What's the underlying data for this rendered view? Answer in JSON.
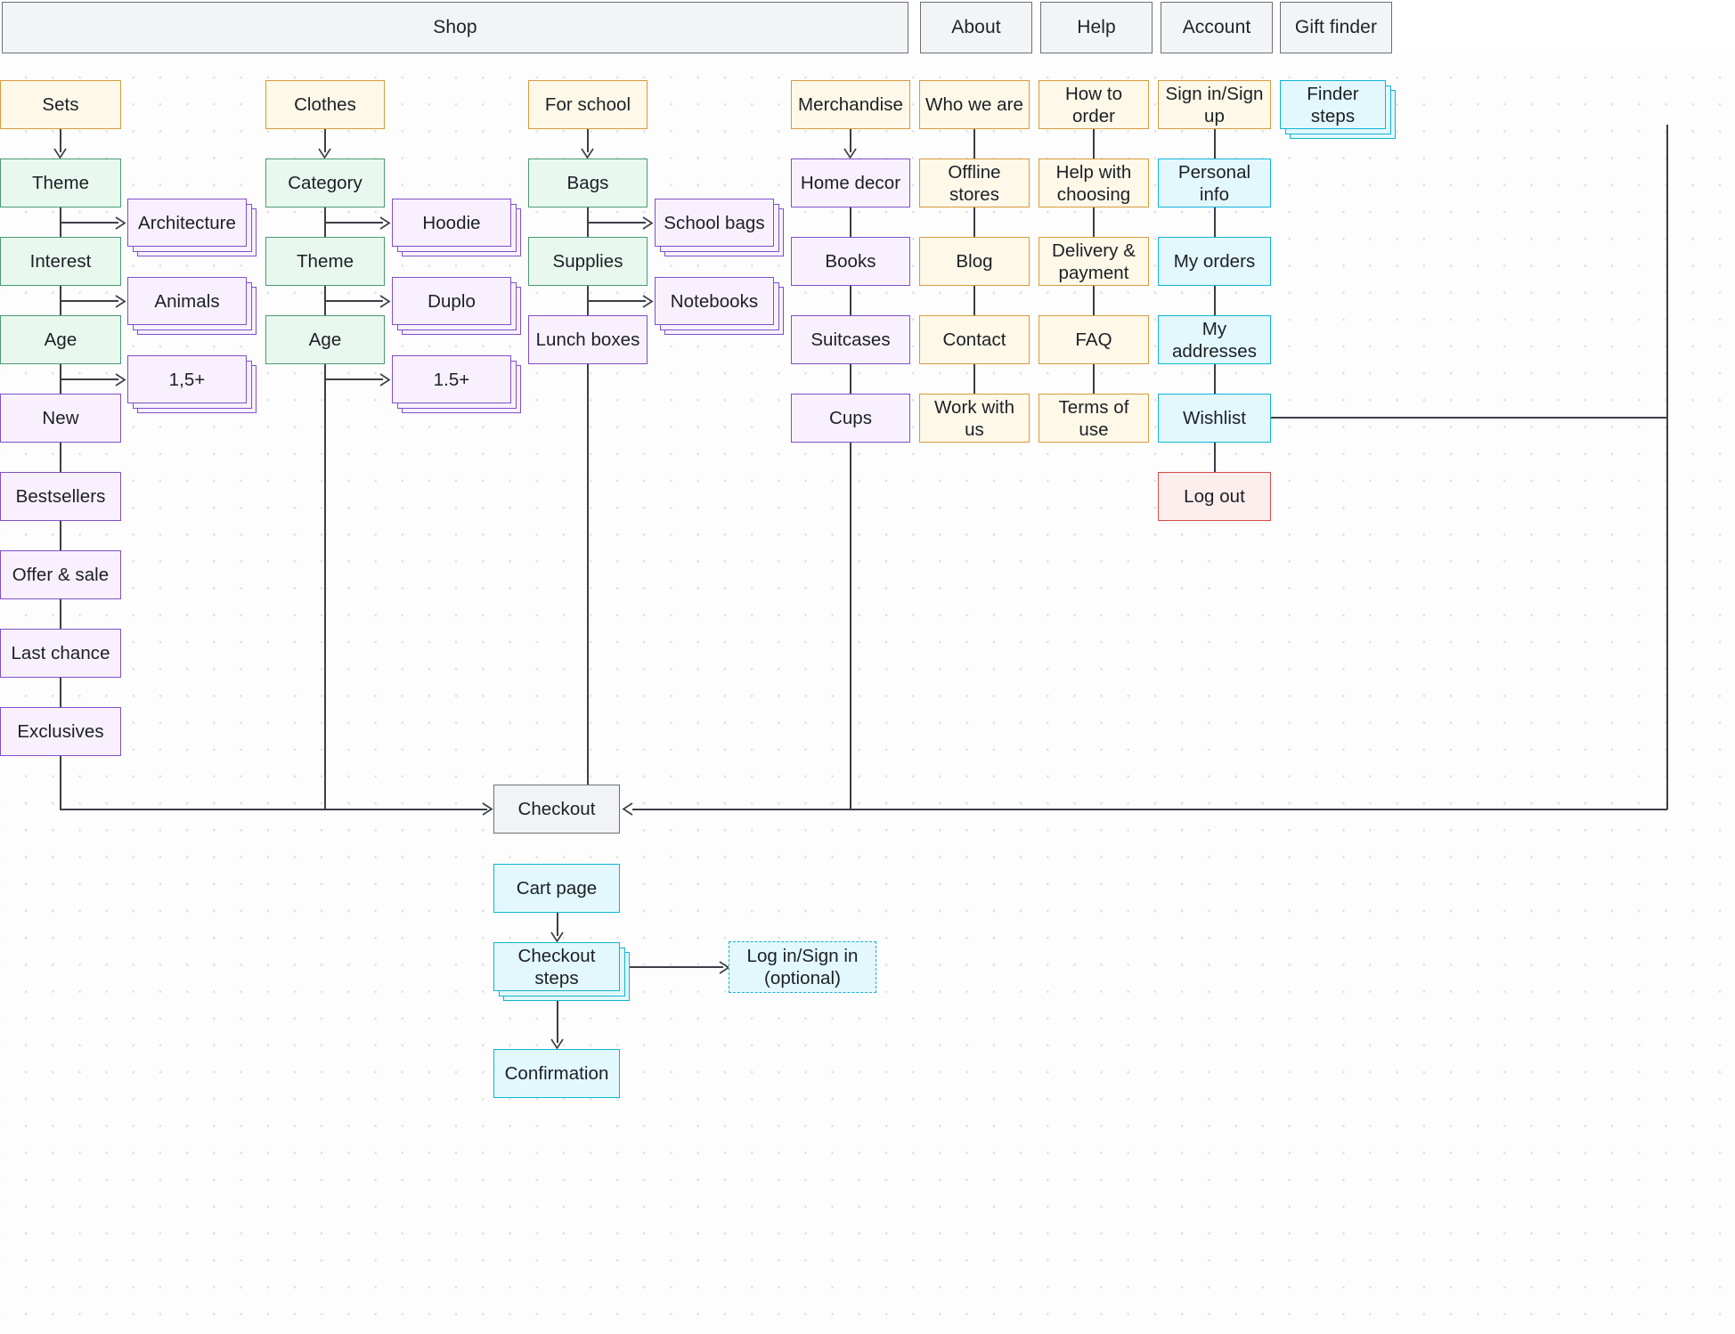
{
  "header": {
    "tabs": [
      {
        "label": "Shop"
      },
      {
        "label": "About"
      },
      {
        "label": "Help"
      },
      {
        "label": "Account"
      },
      {
        "label": "Gift finder"
      }
    ]
  },
  "colors": {
    "orange_border": "#d79b3c",
    "orange_fill": "#fdf8e8",
    "green_border": "#4a9a73",
    "green_fill": "#e9f8ef",
    "purple_border": "#7f50c8",
    "purple_fill": "#f8f1fd",
    "cyan_border": "#10b4d6",
    "cyan_fill": "#e2f8fc",
    "red_border": "#d64a4a",
    "red_fill": "#fdeeee",
    "gray_border": "#6b7179",
    "gray_fill": "#f1f3f5",
    "connector": "#3b3f46"
  },
  "columns": {
    "sets": {
      "root": "Sets",
      "filters": [
        "Theme",
        "Interest",
        "Age"
      ],
      "options": [
        "Architecture",
        "Animals",
        "1,5+"
      ],
      "listings": [
        "New",
        "Bestsellers",
        "Offer & sale",
        "Last chance",
        "Exclusives"
      ]
    },
    "clothes": {
      "root": "Clothes",
      "filters": [
        "Category",
        "Theme",
        "Age"
      ],
      "options": [
        "Hoodie",
        "Duplo",
        "1.5+"
      ]
    },
    "for_school": {
      "root": "For school",
      "filters": [
        "Bags",
        "Supplies"
      ],
      "options": [
        "School bags",
        "Notebooks"
      ],
      "listings": [
        "Lunch boxes"
      ]
    },
    "merchandise": {
      "root": "Merchandise",
      "items": [
        "Home decor",
        "Books",
        "Suitcases",
        "Cups"
      ]
    },
    "who_we_are": {
      "root": "Who we are",
      "items": [
        "Offline stores",
        "Blog",
        "Contact",
        "Work with us"
      ]
    },
    "how_to_order": {
      "root": "How to order",
      "items": [
        "Help with choosing",
        "Delivery & payment",
        "FAQ",
        "Terms of use"
      ]
    },
    "account": {
      "root": "Sign in/Sign up",
      "items": [
        "Personal info",
        "My orders",
        "My addresses",
        "Wishlist"
      ],
      "logout": "Log out"
    },
    "gift_finder": {
      "root": "Finder steps"
    }
  },
  "checkout_flow": {
    "checkout": "Checkout",
    "cart_page": "Cart page",
    "checkout_steps": "Checkout steps",
    "login_optional": "Log in/Sign in\n(optional)",
    "login_optional_line1": "Log in/Sign in",
    "login_optional_line2": "(optional)",
    "confirmation": "Confirmation"
  }
}
